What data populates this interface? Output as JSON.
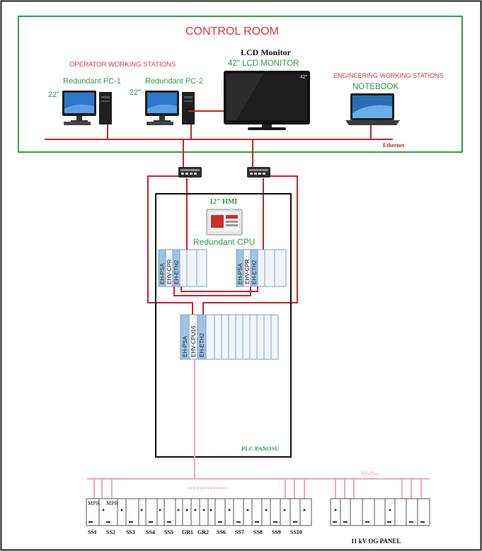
{
  "control_room": {
    "title": "CONTROL ROOM",
    "operator_title": "OPERATOR WORKING STATIONS",
    "pc1_label": "Redundant PC-1",
    "pc2_label": "Redundant PC-2",
    "pc1_size": "22\"",
    "pc2_size": "22\"",
    "lcd_title": "LCD Monitor",
    "lcd_subtitle": "42\" LCD  MONITOR",
    "lcd_badge": "42\"",
    "engineering_title": "ENGINEERING WORKING STATIONS",
    "notebook_label": "NOTEBOOK",
    "ethernet_label": "Ethernet"
  },
  "plc": {
    "hmi_label": "12\" HMI",
    "redundant_cpu_label": "Redundant CPU",
    "panel_label": "PLC PANOSU",
    "cpu_rack_modules": [
      "EH-PSA",
      "EHV-CPR",
      "EH-ETH2"
    ],
    "main_rack_modules": [
      "EH-PSA",
      "EHV-CPU16",
      "EH-ETH2"
    ]
  },
  "field": {
    "modbus_label": "Modbus",
    "mpr_labels": [
      "MPR",
      "MPR"
    ],
    "substations": [
      "SS1",
      "SS2",
      "SS3",
      "SS4",
      "SS5",
      "GR1",
      "GR2",
      "SS6",
      "SS7",
      "SS8",
      "SS9",
      "SS10"
    ],
    "og_panel_label": "11 kV OG PANEL"
  },
  "colors": {
    "control_room_border": "#2ea24a",
    "network_line": "#c0282d",
    "modbus_line": "#f2a7bf",
    "title_red": "#d03a3a",
    "label_green": "#2e9a46",
    "module_blue": "#9fc3e6",
    "module_border": "#7aa0c8"
  },
  "icons": [
    "desktop-pc-icon",
    "lcd-monitor-icon",
    "notebook-icon",
    "network-switch-icon",
    "hmi-panel-icon"
  ]
}
